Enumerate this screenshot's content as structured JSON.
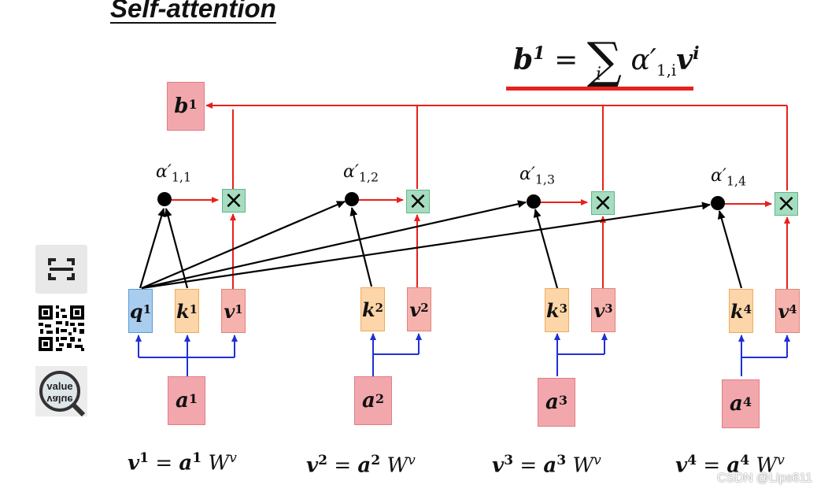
{
  "title": "Self-attention",
  "formula": {
    "lhs_base": "b",
    "lhs_sup": "1",
    "equals": "=",
    "sum": "∑",
    "sum_index": "i",
    "alpha": "α′",
    "alpha_sub": "1,i",
    "v_base": "v",
    "v_sup": "i"
  },
  "output_box": {
    "base": "b",
    "sup": "1"
  },
  "attention_scores": [
    {
      "base": "α′",
      "sub": "1,1"
    },
    {
      "base": "α′",
      "sub": "1,2"
    },
    {
      "base": "α′",
      "sub": "1,3"
    },
    {
      "base": "α′",
      "sub": "1,4"
    }
  ],
  "multiply_symbol": "×",
  "query": {
    "base": "q",
    "sup": "1"
  },
  "keys": [
    {
      "base": "k",
      "sup": "1"
    },
    {
      "base": "k",
      "sup": "2"
    },
    {
      "base": "k",
      "sup": "3"
    },
    {
      "base": "k",
      "sup": "4"
    }
  ],
  "values": [
    {
      "base": "v",
      "sup": "1"
    },
    {
      "base": "v",
      "sup": "2"
    },
    {
      "base": "v",
      "sup": "3"
    },
    {
      "base": "v",
      "sup": "4"
    }
  ],
  "inputs": [
    {
      "base": "a",
      "sup": "1"
    },
    {
      "base": "a",
      "sup": "2"
    },
    {
      "base": "a",
      "sup": "3"
    },
    {
      "base": "a",
      "sup": "4"
    }
  ],
  "equations": [
    {
      "v": "v",
      "v_sup": "1",
      "eq": "=",
      "a": "a",
      "a_sup": "1",
      "w": "W",
      "w_sup": "v"
    },
    {
      "v": "v",
      "v_sup": "2",
      "eq": "=",
      "a": "a",
      "a_sup": "2",
      "w": "W",
      "w_sup": "v"
    },
    {
      "v": "v",
      "v_sup": "3",
      "eq": "=",
      "a": "a",
      "a_sup": "3",
      "w": "W",
      "w_sup": "v"
    },
    {
      "v": "v",
      "v_sup": "4",
      "eq": "=",
      "a": "a",
      "a_sup": "4",
      "w": "W",
      "w_sup": "v"
    }
  ],
  "side_tools": {
    "value_label_top": "value",
    "value_label_bottom": "value"
  },
  "watermark": "CSDN @Lips611",
  "colors": {
    "red_arrow": "#e8201c",
    "blue_arrow": "#1f2fd6",
    "black_arrow": "#000000"
  }
}
